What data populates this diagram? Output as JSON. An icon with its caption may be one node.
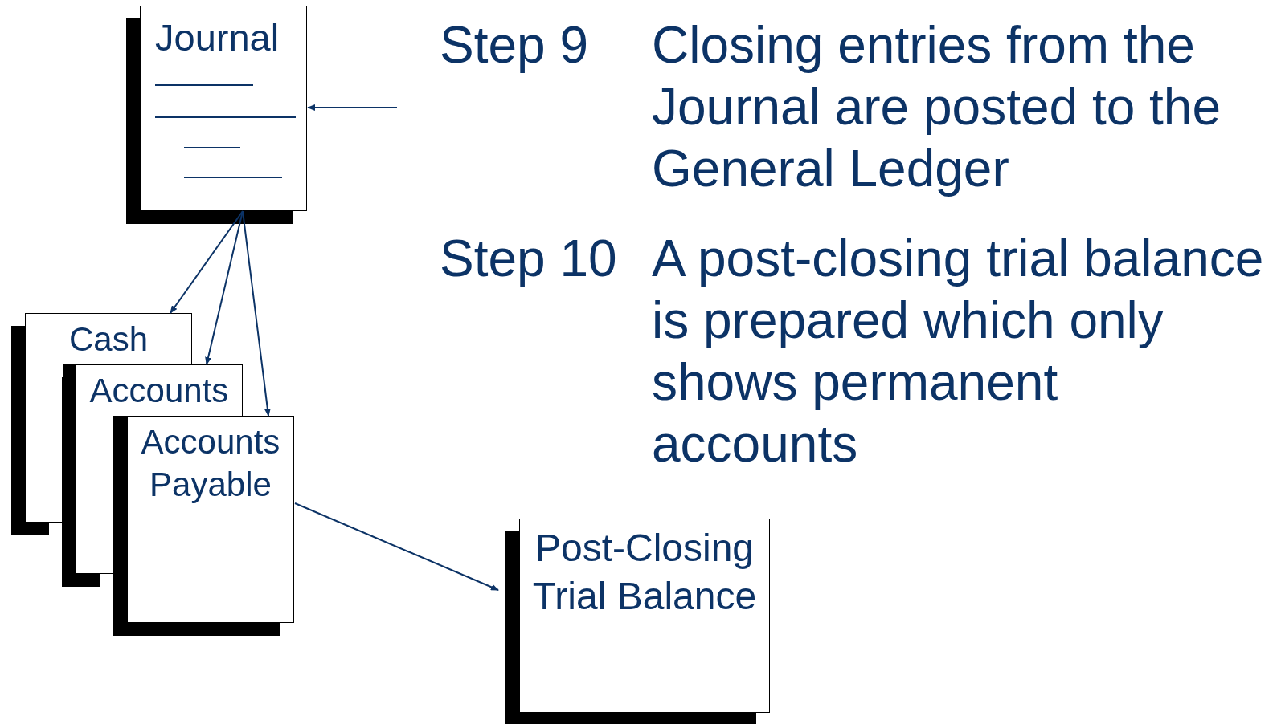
{
  "diagram": {
    "nodes": [
      {
        "text": [
          "Journal"
        ]
      },
      {
        "text": [
          "Cash"
        ]
      },
      {
        "text": [
          "Accounts"
        ]
      },
      {
        "text": [
          "Accounts Payable"
        ]
      },
      {
        "text": [
          "Post-Closing Trial Balance"
        ]
      }
    ],
    "edges": [
      {
        "from": 0,
        "to": 1,
        "arrow": "to"
      },
      {
        "from": 0,
        "to": 2,
        "arrow": "to"
      },
      {
        "from": 0,
        "to": 3,
        "arrow": "to"
      },
      {
        "from": null,
        "to": 0,
        "arrow": "to"
      },
      {
        "from": 3,
        "to": 4,
        "arrow": "to"
      }
    ],
    "labels": [
      "Step 9",
      "Closing entries from the Journal are posted to the General Ledger",
      "Step 10",
      "A post-closing trial balance is prepared which only shows permanent accounts"
    ]
  }
}
